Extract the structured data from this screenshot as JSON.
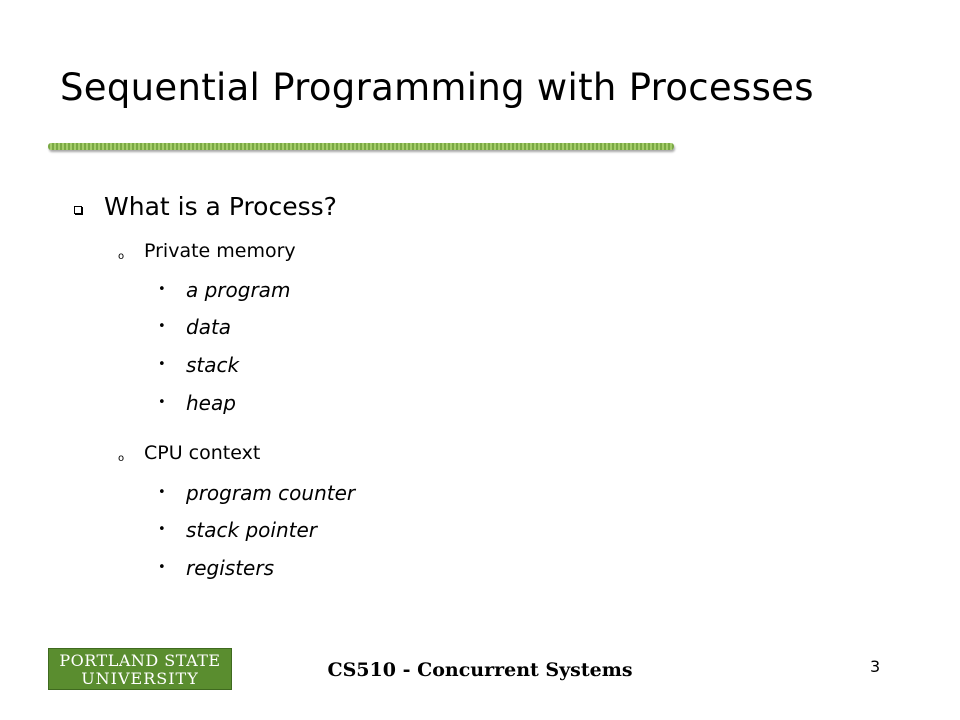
{
  "slide": {
    "title": "Sequential Programming with Processes",
    "accent_color": "#7aa944",
    "bullets": [
      {
        "text": "What is a Process?",
        "marker": "checkbox-square",
        "children": [
          {
            "text": "Private memory",
            "marker": "o",
            "children": [
              {
                "text": "a program",
                "marker": "•"
              },
              {
                "text": "data",
                "marker": "•"
              },
              {
                "text": "stack",
                "marker": "•"
              },
              {
                "text": "heap",
                "marker": "•"
              }
            ]
          },
          {
            "text": "CPU context",
            "marker": "o",
            "children": [
              {
                "text": "program counter",
                "marker": "•"
              },
              {
                "text": "stack pointer",
                "marker": "•"
              },
              {
                "text": "registers",
                "marker": "•"
              }
            ]
          }
        ]
      }
    ]
  },
  "footer": {
    "logo_line1": "PORTLAND STATE",
    "logo_line2": "UNIVERSITY",
    "logo_color": "#5a8d2f",
    "course": "CS510 - Concurrent Systems",
    "page_number": "3"
  }
}
